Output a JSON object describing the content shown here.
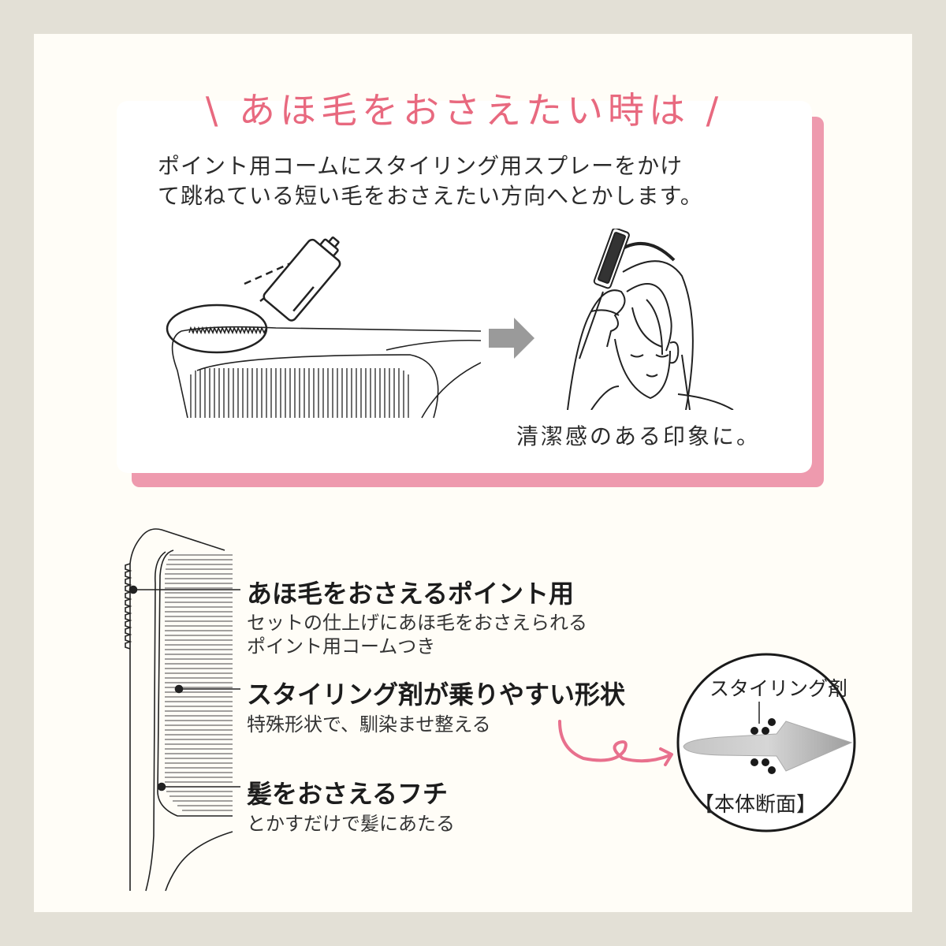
{
  "colors": {
    "frame": "#e3e0d6",
    "background": "#fffdf7",
    "card": "#ffffff",
    "accent_pink": "#e8697f",
    "card_shadow_pink": "#ee9aae",
    "arrow_gray": "#9a9a9a",
    "text": "#222222"
  },
  "top_panel": {
    "headline": {
      "left_slash": "\\",
      "text": "あほ毛をおさえたい時は",
      "right_slash": "/"
    },
    "intro_lines": [
      "ポイント用コームにスタイリング用スプレーをかけ",
      "て跳ねている短い毛をおさえたい方向へとかします。"
    ],
    "illustration_left": {
      "icons": [
        "spray-can-icon",
        "comb-icon",
        "highlight-ellipse-icon"
      ]
    },
    "step_arrow": "right-arrow-icon",
    "illustration_right": {
      "icons": [
        "woman-combing-hair-icon",
        "curved-arrow-icon"
      ]
    },
    "caption": "清潔感のある印象に。"
  },
  "features": [
    {
      "title": "あほ毛をおさえるポイント用",
      "subtitle_lines": [
        "セットの仕上げにあほ毛をおさえられる",
        "ポイント用コームつき"
      ]
    },
    {
      "title": "スタイリング剤が乗りやすい形状",
      "subtitle_lines": [
        "特殊形状で、馴染ませ整える"
      ]
    },
    {
      "title": "髪をおさえるフチ",
      "subtitle_lines": [
        "とかすだけで髪にあたる"
      ]
    }
  ],
  "cross_section": {
    "label_top": "スタイリング剤",
    "label_bottom": "【本体断面】",
    "icons": [
      "cross-section-tooth-icon",
      "styling-agent-dots-icon",
      "pink-loop-arrow-icon"
    ]
  }
}
